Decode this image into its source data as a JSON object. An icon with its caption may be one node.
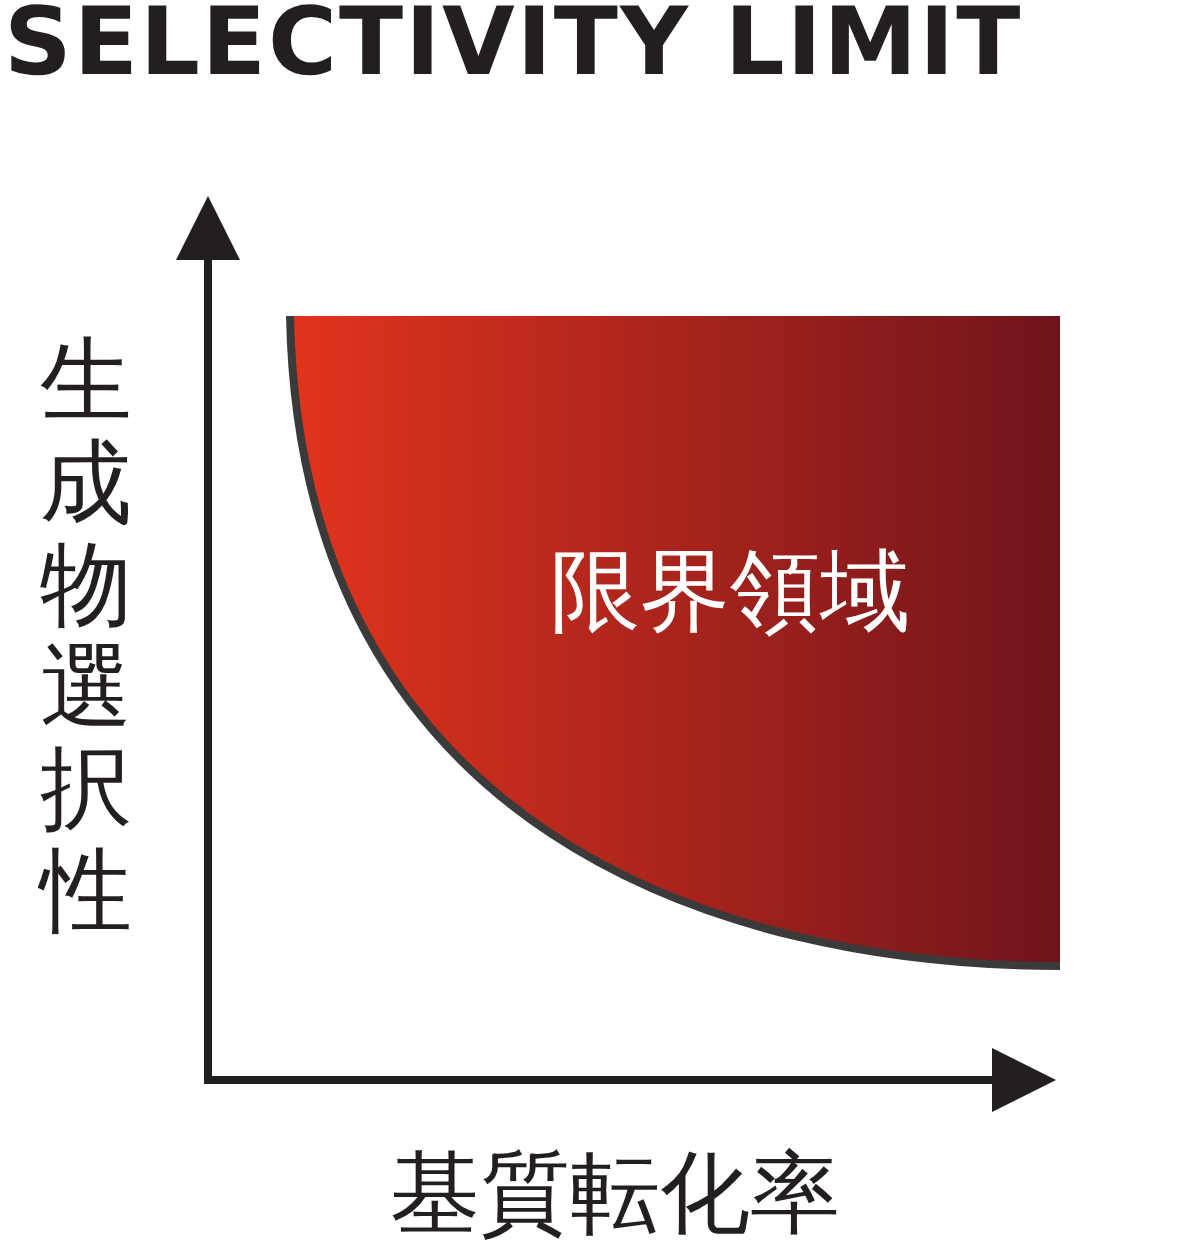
{
  "diagram": {
    "title": "SELECTIVITY LIMIT",
    "nodes": [
      {
        "text": [
          "限界領域"
        ]
      }
    ],
    "labels": [
      "生成物選択性",
      "基質転化率"
    ]
  }
}
